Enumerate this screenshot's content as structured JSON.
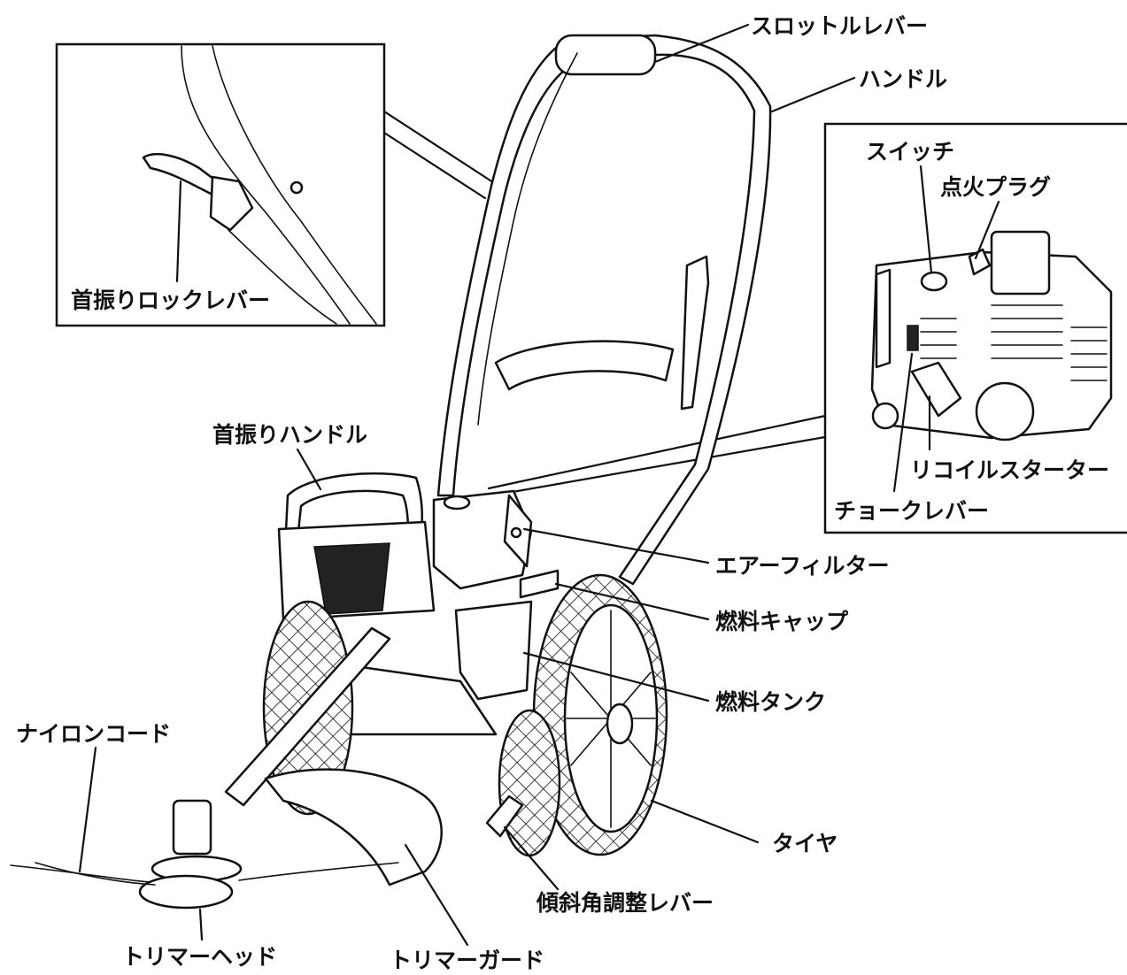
{
  "figure": {
    "labels": {
      "throttle_lever": "スロットルレバー",
      "handle": "ハンドル",
      "swing_lock_lever": "首振りロックレバー",
      "switch": "スイッチ",
      "spark_plug": "点火プラグ",
      "recoil_starter": "リコイルスターター",
      "choke_lever": "チョークレバー",
      "swing_handle": "首振りハンドル",
      "air_filter": "エアーフィルター",
      "fuel_cap": "燃料キャップ",
      "fuel_tank": "燃料タンク",
      "nylon_cord": "ナイロンコード",
      "tire": "タイヤ",
      "tilt_adjust_lever": "傾斜角調整レバー",
      "trimmer_head": "トリマーヘッド",
      "trimmer_guard": "トリマーガード"
    }
  }
}
